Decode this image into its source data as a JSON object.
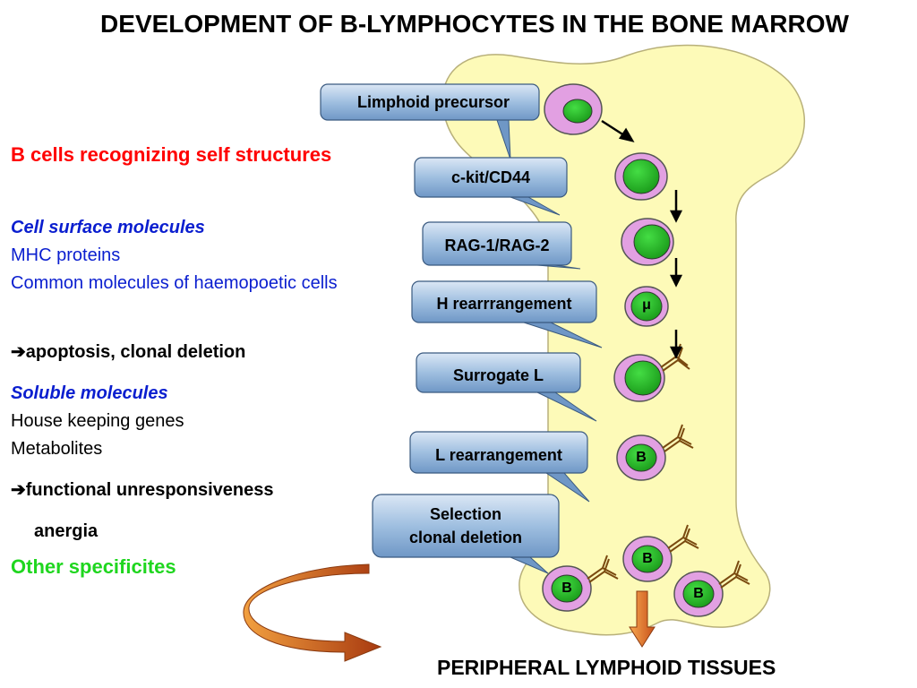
{
  "title": "DEVELOPMENT OF B-LYMPHOCYTES IN THE BONE MARROW",
  "left_panel": {
    "heading": "B cells recognizing self structures",
    "cell_surface_title": "Cell surface molecules",
    "mhc": "MHC proteins",
    "common": "Common molecules of haemopoetic cells",
    "apoptosis": "apoptosis, clonal deletion",
    "soluble_title": "Soluble molecules",
    "house": "House keeping genes",
    "metabolites": "Metabolites",
    "functional": "functional unresponsiveness",
    "anergia": "anergia",
    "other": "Other specificites",
    "arrow_symbol": "➔"
  },
  "stages": [
    {
      "label": "Limphoid precursor"
    },
    {
      "label": "c-kit/CD44"
    },
    {
      "label": "RAG-1/RAG-2"
    },
    {
      "label": "H rearrrangement"
    },
    {
      "label": "Surrogate L"
    },
    {
      "label": "L rearrangement"
    },
    {
      "label_line1": "Selection",
      "label_line2": "clonal deletion"
    }
  ],
  "cell_labels": {
    "mu": "μ",
    "b": "B"
  },
  "bottom": "PERIPHERAL LYMPHOID TISSUES",
  "colors": {
    "bone": "#fdfab8",
    "callout": "#8fb4da",
    "cell_outer": "#e2a0e2",
    "cell_inner": "#22bb22",
    "heading_red": "#ff0000",
    "text_blue": "#0a1ecf",
    "other_green": "#1fd61f",
    "arrow_orange": "#d86020"
  }
}
